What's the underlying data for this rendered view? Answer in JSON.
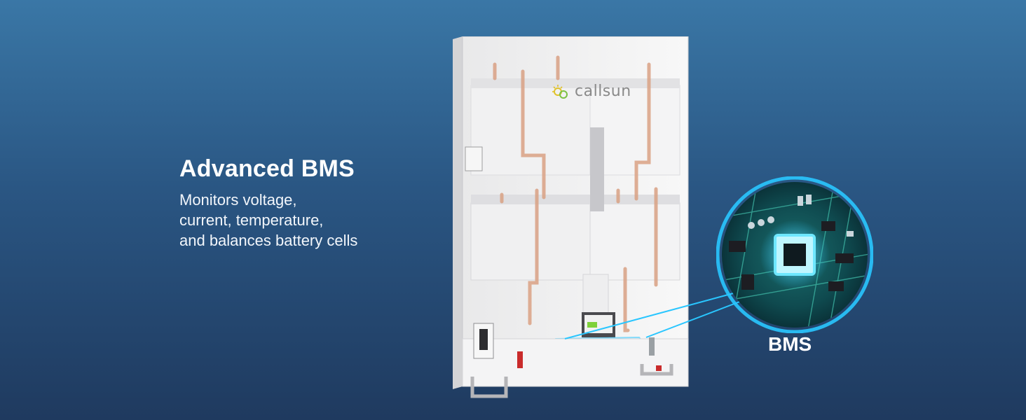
{
  "feature": {
    "title": "Advanced BMS",
    "description_lines": [
      "Monitors voltage,",
      "current, temperature,",
      "and balances battery cells"
    ]
  },
  "product": {
    "brand": "callsun"
  },
  "callout": {
    "label": "BMS"
  },
  "colors": {
    "background_top": "#3a77a6",
    "background_bottom": "#1f3a5f",
    "glow": "#29c6ff",
    "copper": "#d9a184"
  }
}
